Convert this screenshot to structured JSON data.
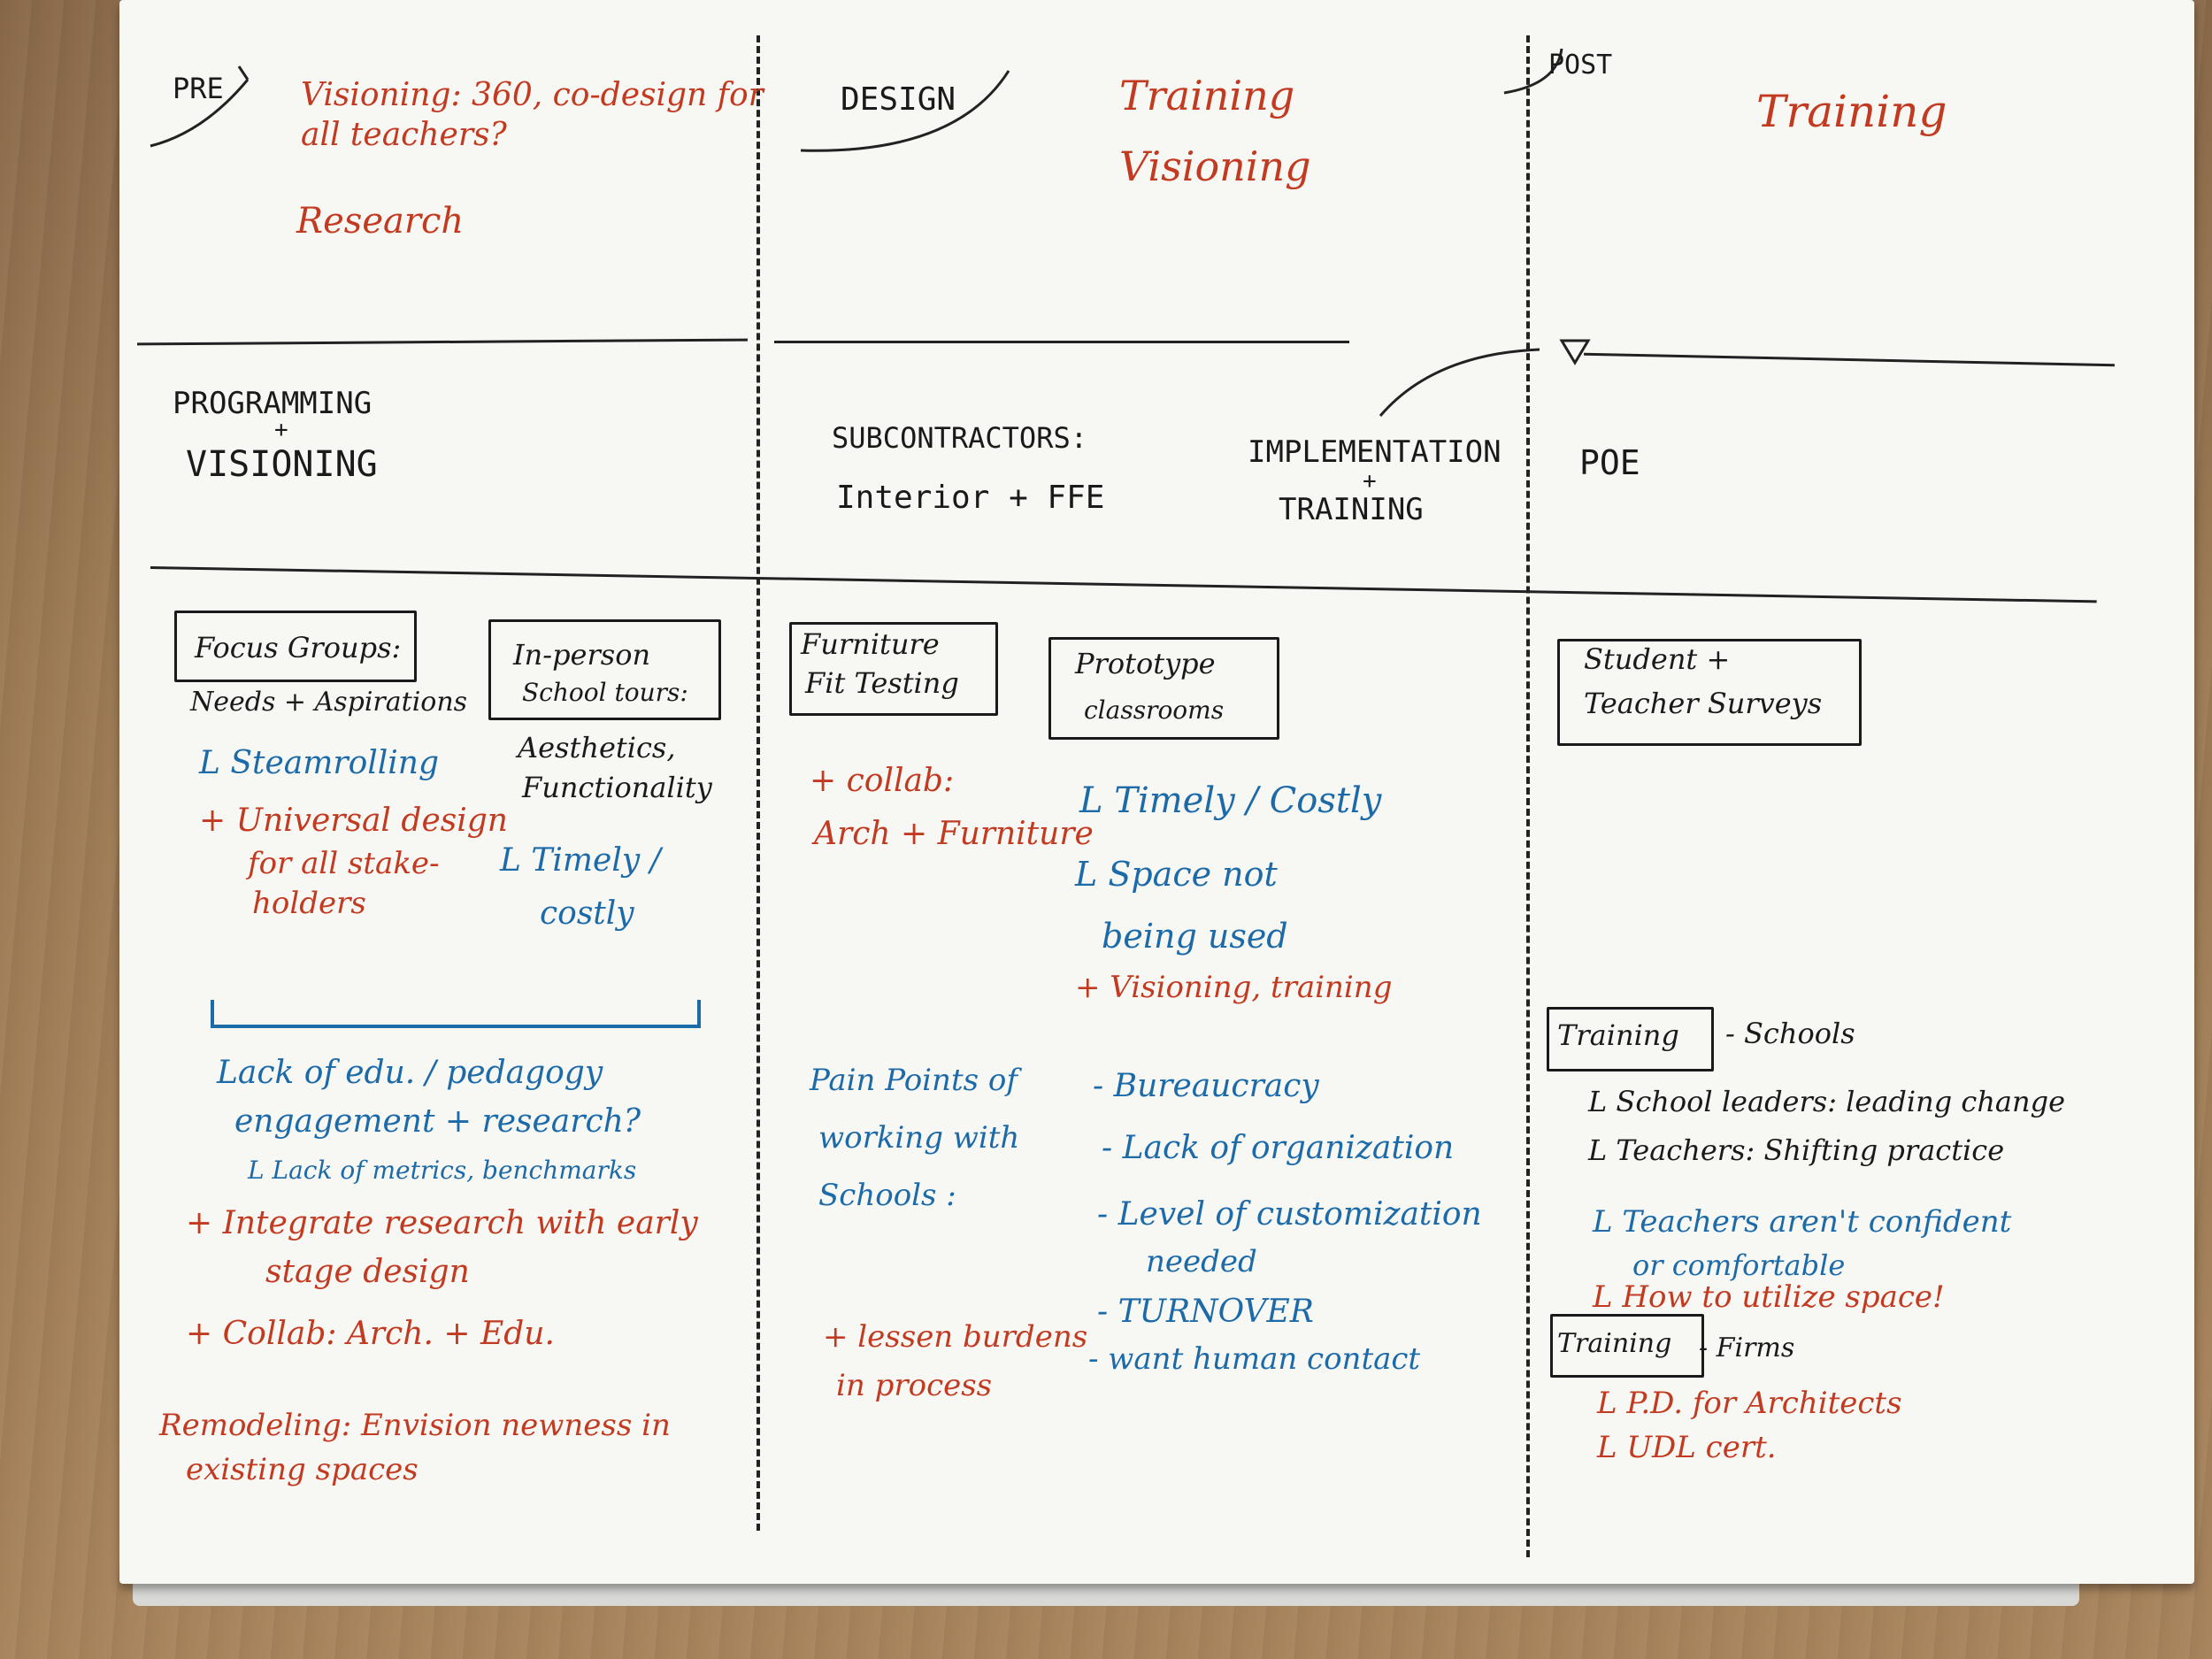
{
  "phases": {
    "pre": "PRE",
    "design": "DESIGN",
    "post": "POST"
  },
  "top_row": {
    "pre_visioning": "Visioning: 360, co-design for all teachers?",
    "pre_research": "Research",
    "design_training": "Training",
    "design_visioning": "Visioning",
    "post_training": "Training"
  },
  "middle_row": {
    "programming": "PROGRAMMING",
    "plus": "+",
    "visioning": "VISIONING",
    "subcontractors": "SUBCONTRACTORS:",
    "interior": "Interior + FFE",
    "implementation": "IMPLEMENTATION",
    "plus2": "+",
    "training": "TRAINING",
    "poe": "POE"
  },
  "pre_col": {
    "focus_groups_box": "Focus Groups:",
    "needs": "Needs + Aspirations",
    "steamrolling": "L Steamrolling",
    "universal_1": "+ Universal design",
    "universal_2": "for all stake-",
    "universal_3": "holders",
    "inperson_box_1": "In-person",
    "inperson_box_2": "School tours:",
    "aesthetics_1": "Aesthetics,",
    "aesthetics_2": "Functionality",
    "timely_1": "L Timely /",
    "timely_2": "costly",
    "lack_1": "Lack of edu. / pedagogy",
    "lack_2": "engagement + research?",
    "lack_3": "L Lack of metrics, benchmarks",
    "integrate_1": "+ Integrate research with early",
    "integrate_2": "stage design",
    "collab": "+ Collab: Arch. + Edu.",
    "remodel_1": "Remodeling: Envision newness in",
    "remodel_2": "existing spaces"
  },
  "design_col": {
    "furniture_box_1": "Furniture",
    "furniture_box_2": "Fit Testing",
    "collab_1": "+ collab:",
    "collab_2": "Arch + Furniture",
    "prototype_box_1": "Prototype",
    "prototype_box_2": "classrooms",
    "timely": "L Timely / Costly",
    "space_1": "L Space not",
    "space_2": "being used",
    "visioning_training": "+ Visioning, training",
    "pain_1": "Pain Points of",
    "pain_2": "working with",
    "pain_3": "Schools :",
    "bureaucracy": "- Bureaucracy",
    "lack_org": "- Lack of organization",
    "customization_1": "- Level of customization",
    "customization_2": "needed",
    "turnover": "- TURNOVER",
    "human": "- want human contact",
    "lessen_1": "+ lessen burdens",
    "lessen_2": "in process"
  },
  "post_col": {
    "surveys_box_1": "Student +",
    "surveys_box_2": "Teacher Surveys",
    "training_box_1": "Training",
    "schools": "- Schools",
    "leaders": "L School leaders: leading change",
    "teachers": "L Teachers: Shifting practice",
    "confident_1": "L Teachers aren't confident",
    "confident_2": "or comfortable",
    "utilize": "L How to utilize space!",
    "training_box_2": "Training",
    "firms": "- Firms",
    "pd": "L P.D. for Architects",
    "udl": "L UDL cert."
  }
}
